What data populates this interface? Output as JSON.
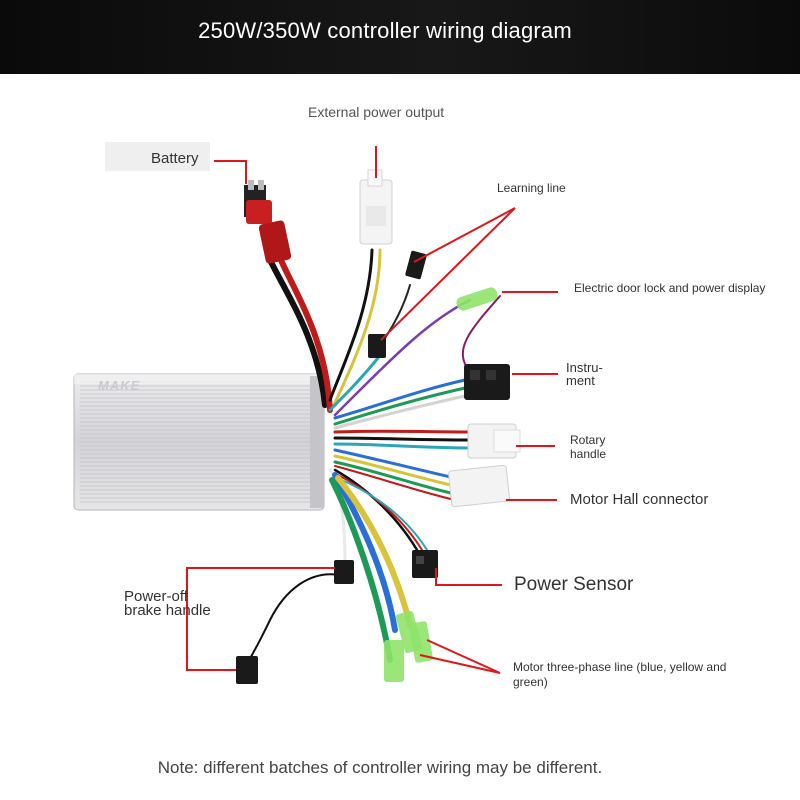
{
  "header": {
    "title": "250W/350W controller wiring diagram"
  },
  "controller": {
    "brand": "MAKE"
  },
  "labels": {
    "external_power": "External power output",
    "battery": "Battery",
    "learning_line": "Learning line",
    "door_lock": "Electric door lock and power display",
    "instrument_1": "Instru-",
    "instrument_2": "ment",
    "rotary_1": "Rotary",
    "rotary_2": "handle",
    "hall": "Motor Hall connector",
    "power_sensor": "Power Sensor",
    "brake_1": "Power-off",
    "brake_2": "brake handle",
    "motor_phase_1": "Motor three-phase line (blue, yellow and",
    "motor_phase_2": "green)"
  },
  "note": "Note: different batches of controller wiring may be different.",
  "colors": {
    "pointer": "#e0151b",
    "banner": "#111111",
    "controller_body": "#d9d9dc",
    "connector_white": "#f3f3f3",
    "connector_black": "#1a1a1a",
    "connector_green": "#8fe36a"
  }
}
